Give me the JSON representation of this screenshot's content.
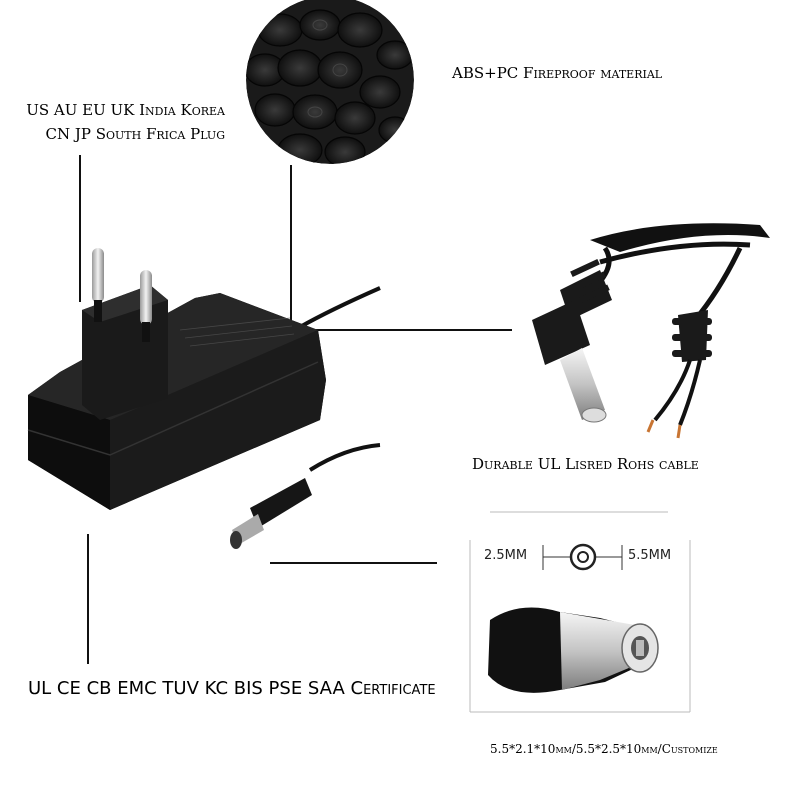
{
  "labels": {
    "plug_line1": "US AU EU UK India Korea",
    "plug_line2": "CN JP South Frica Plug",
    "material": "ABS+PC Fireproof material",
    "cable": "Durable UL Lisred Rohs cable",
    "certificate": "UL CE CB EMC TUV KC BIS PSE SAA Certificate",
    "plug_size": "5.5*2.1*10mm/5.5*2.5*10mm/Customize",
    "inner_diameter": "2.5MM",
    "outer_diameter": "5.5MM"
  },
  "colors": {
    "body": "#141414",
    "body_highlight": "#2a2a2a",
    "pin": "#cfcfcf",
    "line": "#111111",
    "frame": "#bbbbbb"
  }
}
